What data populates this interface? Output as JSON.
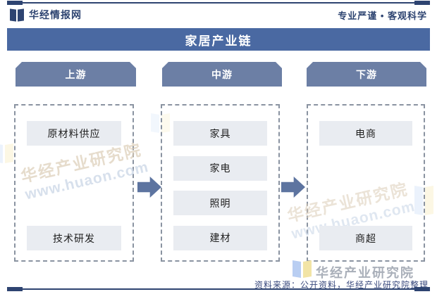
{
  "header": {
    "brand": "华经情报网",
    "slogan": "专业严谨 • 客观科学"
  },
  "title": "家居产业链",
  "chain": {
    "columns": [
      {
        "header": "上游",
        "items": [
          "原材料供应",
          "技术研发"
        ]
      },
      {
        "header": "中游",
        "items": [
          "家具",
          "家电",
          "照明",
          "建材"
        ]
      },
      {
        "header": "下游",
        "items": [
          "电商",
          "商超"
        ]
      }
    ]
  },
  "watermark": {
    "brand": "华经产业研究院",
    "site": "www.huaon.com"
  },
  "footer": {
    "brand": "华经产业研究院",
    "source": "资料来源：公开资料，华经产业研究院整理"
  },
  "colors": {
    "accent_navy": "#2E4471",
    "title_bar": "#4A69A2",
    "column_header": "#6C7FA5",
    "item_fill": "#E9ECF1",
    "arrow": "#5D74A0",
    "dashed_border": "#8A93A1",
    "source_text": "#3A4A7E",
    "watermark_gray": "#A9AFB9"
  }
}
